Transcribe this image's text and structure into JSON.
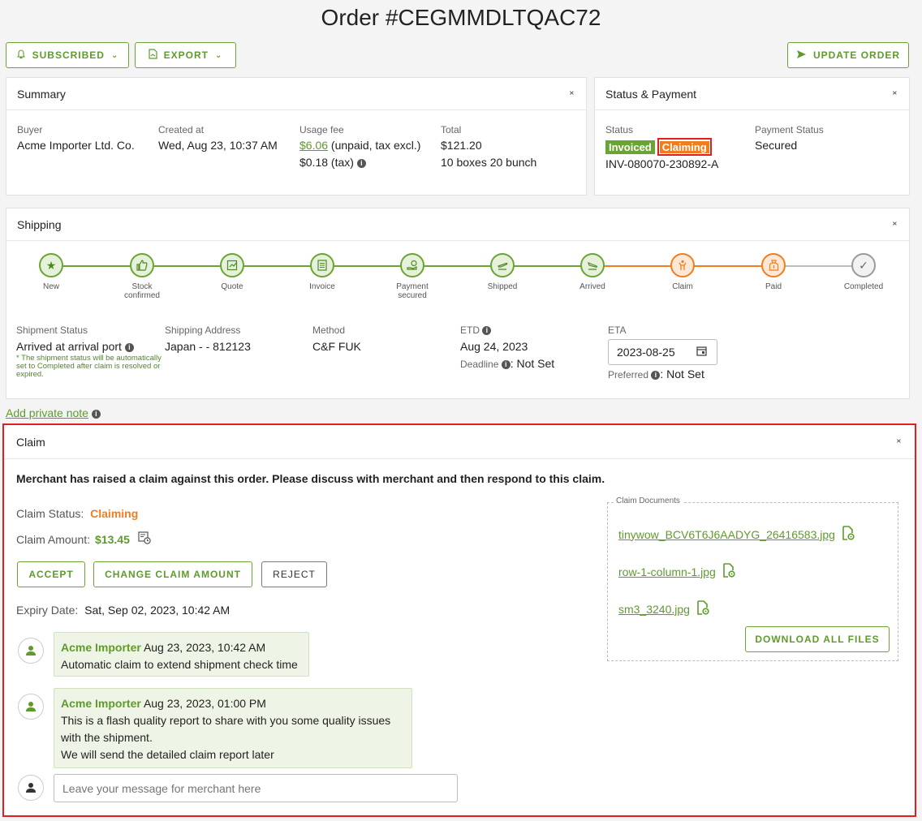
{
  "page": {
    "title": "Order #CEGMMDLTQAC72"
  },
  "toolbar": {
    "subscribed_label": "SUBSCRIBED",
    "export_label": "EXPORT",
    "update_label": "UPDATE ORDER"
  },
  "summary": {
    "title": "Summary",
    "buyer_label": "Buyer",
    "buyer_value": "Acme Importer Ltd. Co.",
    "created_label": "Created at",
    "created_value": "Wed, Aug 23, 10:37 AM",
    "fee_label": "Usage fee",
    "fee_value": "$6.06",
    "fee_note": " (unpaid, tax excl.)",
    "fee_tax": "$0.18 (tax)",
    "total_label": "Total",
    "total_value": "$121.20",
    "total_note": "10 boxes 20 bunch"
  },
  "status": {
    "title": "Status & Payment",
    "status_label": "Status",
    "badge_invoiced": "Invoiced",
    "badge_claiming": "Claiming",
    "invoice_number": "INV-080070-230892-A",
    "payment_label": "Payment Status",
    "payment_value": "Secured"
  },
  "shipping": {
    "title": "Shipping",
    "steps": [
      {
        "label": "New",
        "label2": ""
      },
      {
        "label": "Stock",
        "label2": "confirmed"
      },
      {
        "label": "Quote",
        "label2": ""
      },
      {
        "label": "Invoice",
        "label2": ""
      },
      {
        "label": "Payment",
        "label2": "secured"
      },
      {
        "label": "Shipped",
        "label2": ""
      },
      {
        "label": "Arrived",
        "label2": ""
      },
      {
        "label": "Claim",
        "label2": ""
      },
      {
        "label": "Paid",
        "label2": ""
      },
      {
        "label": "Completed",
        "label2": ""
      }
    ],
    "shipment_status_label": "Shipment Status",
    "shipment_status_value": "Arrived at arrival port",
    "shipment_status_note": "* The shipment status will be automatically set to Completed after claim is resolved or expired.",
    "address_label": "Shipping Address",
    "address_value": "Japan - - 812123",
    "method_label": "Method",
    "method_value": "C&F FUK",
    "etd_label": "ETD",
    "etd_value": "Aug 24, 2023",
    "deadline_label": "Deadline",
    "deadline_value": ": Not Set",
    "eta_label": "ETA",
    "eta_value": "2023-08-25",
    "preferred_label": "Preferred",
    "preferred_value": ": Not Set"
  },
  "private_note": {
    "label": "Add private note"
  },
  "claim": {
    "title": "Claim",
    "headline": "Merchant has raised a claim against this order. Please discuss with merchant and then respond to this claim.",
    "status_label": "Claim Status:",
    "status_value": "Claiming",
    "amount_label": "Claim Amount:",
    "amount_value": "$13.45",
    "accept_label": "ACCEPT",
    "change_label": "CHANGE CLAIM AMOUNT",
    "reject_label": "REJECT",
    "expiry_label": "Expiry Date:",
    "expiry_value": "Sat, Sep 02, 2023, 10:42 AM",
    "docs_legend": "Claim Documents",
    "docs": [
      {
        "name": "tinywow_BCV6T6J6AADYG_26416583.jpg"
      },
      {
        "name": "row-1-column-1.jpg"
      },
      {
        "name": "sm3_3240.jpg"
      }
    ],
    "download_label": "DOWNLOAD ALL FILES",
    "messages": [
      {
        "author": "Acme Importer",
        "time": "Aug 23, 2023, 10:42 AM",
        "line1": "Automatic claim to extend shipment check time",
        "line2": "",
        "line3": ""
      },
      {
        "author": "Acme Importer",
        "time": "Aug 23, 2023, 01:00 PM",
        "line1": "This is a flash quality report to share with you some quality issues",
        "line2": "with the shipment.",
        "line3": "We will send the detailed claim report later"
      }
    ],
    "message_placeholder": "Leave your message for merchant here"
  },
  "colors": {
    "green": "#6aa533",
    "orange": "#f07d1e",
    "red": "#e02020",
    "grey": "#9a9a9a"
  }
}
